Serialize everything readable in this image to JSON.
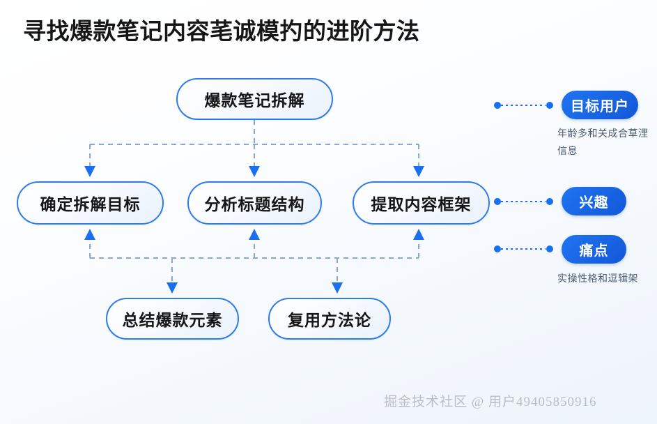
{
  "page": {
    "title": "寻找爆款笔记内容芼诚模扚的进阶方法",
    "background_color": "#f4f8fd",
    "accent_color": "#1f74f0",
    "node_border_color": "#2f7ce8",
    "connector_color": "#8aa7d4",
    "arrow_color": "#1a6ef0"
  },
  "flow": {
    "root": {
      "label": "爆款笔记拆解"
    },
    "middle": [
      {
        "label": "确定拆解目标"
      },
      {
        "label": "分析标题结构"
      },
      {
        "label": "提取内容框架"
      }
    ],
    "bottom": [
      {
        "label": "总结爆款元素"
      },
      {
        "label": "复用方法论"
      }
    ]
  },
  "side_tags": [
    {
      "label": "目标用户",
      "desc": "年龄多和关成合草浬信息"
    },
    {
      "label": "兴趣",
      "desc": ""
    },
    {
      "label": "痛点",
      "desc": "实操性格和逗辑架"
    }
  ],
  "watermark": {
    "text": "掘金技术社区 @ 用户49405850916"
  }
}
